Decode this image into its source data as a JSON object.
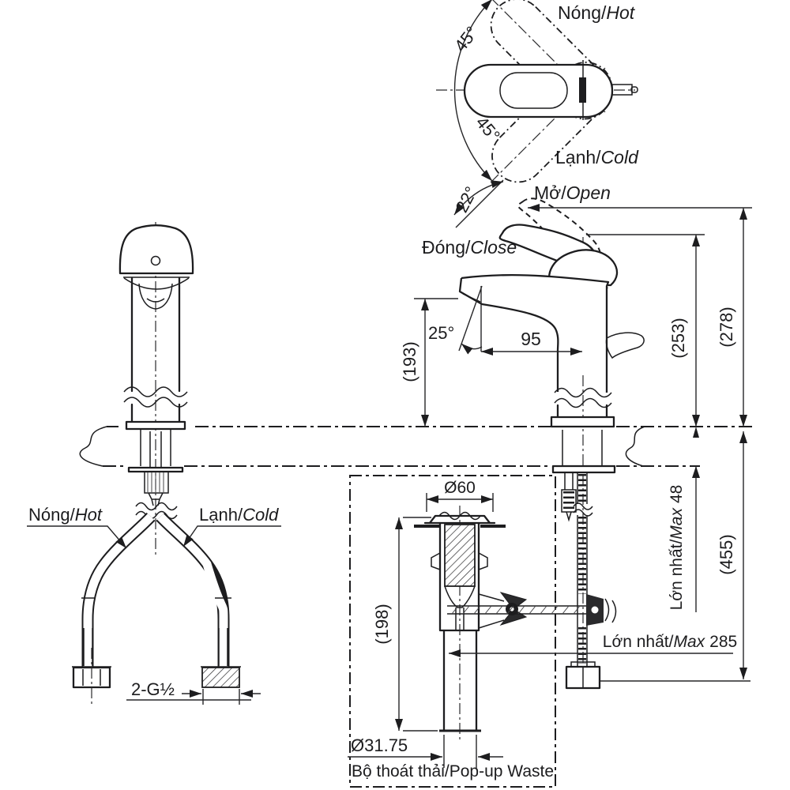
{
  "common": {
    "sep": "/"
  },
  "top_view": {
    "hot": {
      "vi": "Nóng",
      "en": "Hot"
    },
    "cold": {
      "vi": "Lạnh",
      "en": "Cold"
    },
    "swing_upper": "45°",
    "swing_lower": "45°"
  },
  "side_view": {
    "open": {
      "vi": "Mở",
      "en": "Open"
    },
    "close": {
      "vi": "Đóng",
      "en": "Close"
    },
    "lever_angle": "22°",
    "spout_angle": "25°",
    "spout_reach": "95",
    "spout_height": "(193)",
    "closed_height": "(253)",
    "open_height": "(278)",
    "under_counter_length": "(455)",
    "max_counter_thickness": {
      "vi": "Lớn nhất",
      "en": "Max",
      "value": "48"
    },
    "max_rod_offset": {
      "vi": "Lớn nhất",
      "en": "Max",
      "value": "285"
    }
  },
  "front_view": {
    "hot": {
      "vi": "Nóng",
      "en": "Hot"
    },
    "cold": {
      "vi": "Lạnh",
      "en": "Cold"
    },
    "supply_thread": "2-G½"
  },
  "popup_waste": {
    "flange_diameter": "Ø60",
    "body_height": "(198)",
    "tail_diameter": "Ø31.75",
    "caption": {
      "vi": "Bộ thoát thải",
      "en": "Pop-up Waste"
    }
  }
}
